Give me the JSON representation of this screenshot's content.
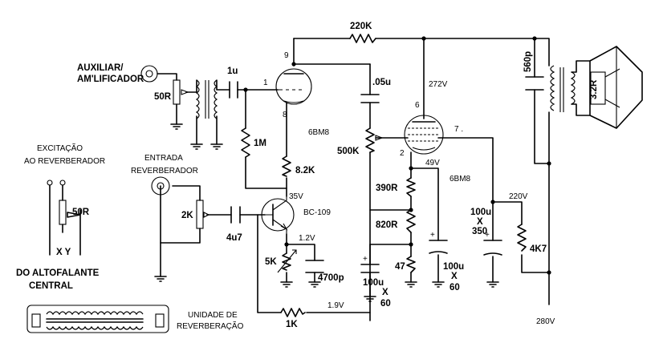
{
  "labels": {
    "auxiliar_line1": "AUXILIAR/",
    "auxiliar_line2": "AM'LIFICADOR",
    "r_50r_top": "50R",
    "c_1u": "1u",
    "pin_1": "1",
    "pin_9": "9",
    "pin_8": "8",
    "r_220k": "220K",
    "c_05u": ".05u",
    "v_272": "272V",
    "pin_6": "6",
    "pin_7": "7 .",
    "pin_2": "2",
    "tube_6bm8_a": "6BM8",
    "tube_6bm8_b": "6BM8",
    "r_1m": "1M",
    "r_82k": "8.2K",
    "r_500k": "500K",
    "v_49": "49V",
    "c_560p": "560p",
    "spk_32r": "3.2R",
    "exc_line1": "EXCITAÇÃO",
    "exc_line2": "AO REVERBERADOR",
    "entrada_line1": "ENTRADA",
    "entrada_line2": "REVERBERADOR",
    "r_50r_exc": "50R",
    "xy": "X  Y",
    "do_line1": "DO ALTOFALANTE",
    "do_line2": "CENTRAL",
    "r_2k": "2K",
    "c_4u7": "4u7",
    "v_35": "35V",
    "q_bc109": "BC-109",
    "r_390r": "390R",
    "r_820r": "820R",
    "r_47": "47",
    "v_12": "1.2V",
    "r_5k": "5K",
    "c_4700p": "4700p",
    "c_100u_a1": "100u",
    "c_100u_a2": "X",
    "c_100u_a3": "60",
    "c_100u_b1": "100u",
    "c_100u_b2": "X",
    "c_100u_b3": "60",
    "c_100u_c1": "100u",
    "c_100u_c2": "X",
    "c_100u_c3": "350",
    "v_220": "220V",
    "r_4k7": "4K7",
    "v_19": "1.9V",
    "r_1k": "1K",
    "unidade_line1": "UNIDADE DE",
    "unidade_line2": "REVERBERAÇÃO",
    "v_280": "280V",
    "plus_a": "+",
    "plus_b": "+",
    "plus_c": "+"
  }
}
